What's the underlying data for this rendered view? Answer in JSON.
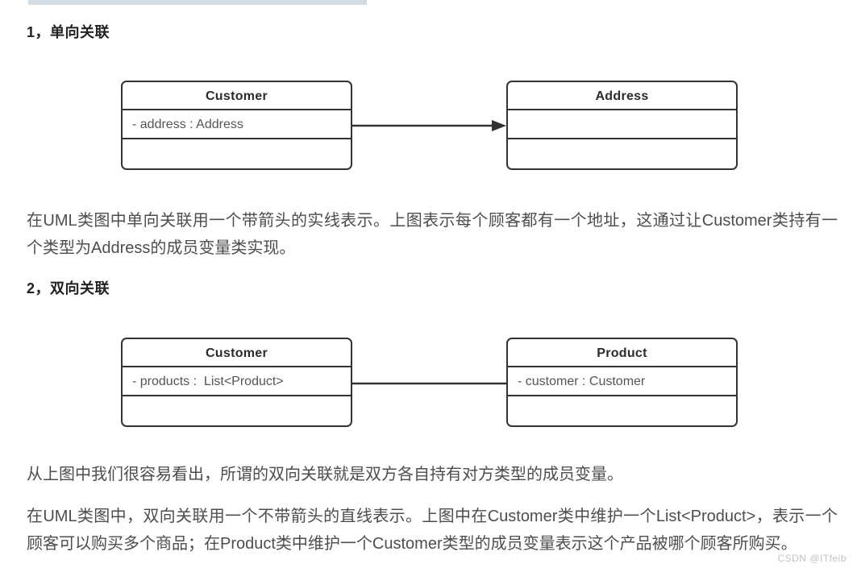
{
  "page": {
    "watermark": "CSDN @ITfeib"
  },
  "colors": {
    "top_fragment": "#d3dbe3",
    "heading_text": "#222226",
    "body_text": "#4d4d4d",
    "uml_border": "#333333",
    "uml_attr_text": "#555555",
    "watermark_text": "#c2c2c2"
  },
  "sections": [
    {
      "heading": "1，单向关联",
      "diagram": {
        "type": "unidirectional-association",
        "connector": "arrow",
        "left_class": {
          "name": "Customer",
          "attribute": "- address : Address"
        },
        "right_class": {
          "name": "Address",
          "attribute": ""
        }
      },
      "paragraphs": [
        "在UML类图中单向关联用一个带箭头的实线表示。上图表示每个顾客都有一个地址，这通过让Customer类持有一个类型为Address的成员变量类实现。"
      ]
    },
    {
      "heading": "2，双向关联",
      "diagram": {
        "type": "bidirectional-association",
        "connector": "line",
        "left_class": {
          "name": "Customer",
          "attribute": "- products :  List<Product>"
        },
        "right_class": {
          "name": "Product",
          "attribute": "- customer : Customer"
        }
      },
      "paragraphs": [
        "从上图中我们很容易看出，所谓的双向关联就是双方各自持有对方类型的成员变量。",
        "在UML类图中，双向关联用一个不带箭头的直线表示。上图中在Customer类中维护一个List<Product>，表示一个顾客可以购买多个商品；在Product类中维护一个Customer类型的成员变量表示这个产品被哪个顾客所购买。"
      ]
    }
  ]
}
